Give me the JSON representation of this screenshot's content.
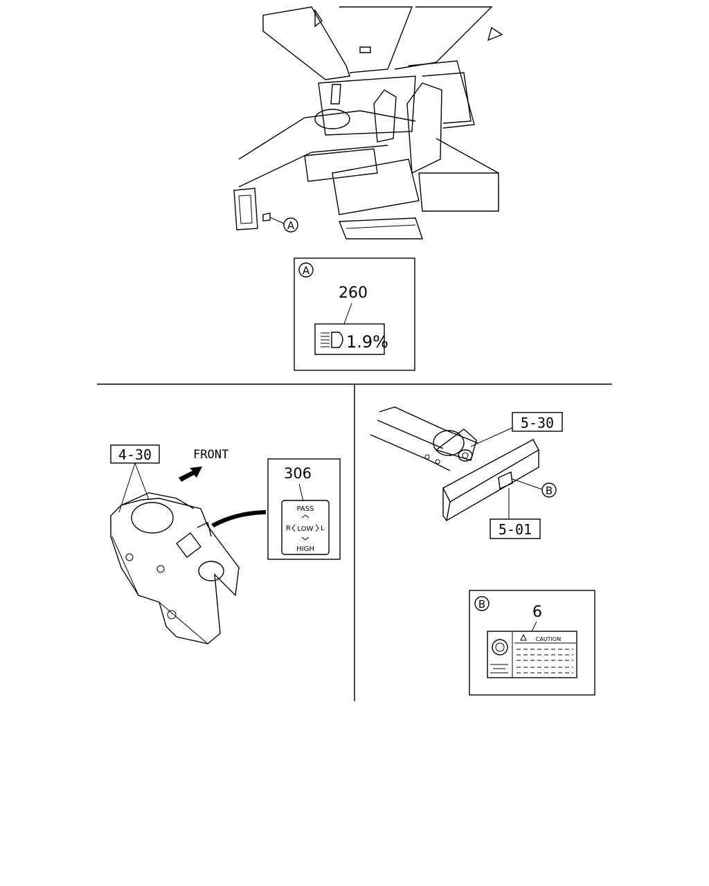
{
  "cab_view": {
    "callout": "A"
  },
  "detail_a": {
    "marker": "A",
    "part_number": "260",
    "label_text": "1.9%"
  },
  "bracket_view": {
    "ref_number": "4-30",
    "direction_label": "FRONT",
    "label_part_number": "306",
    "label_top": "PASS",
    "label_left": "R",
    "label_center": "LOW",
    "label_right": "L",
    "label_bottom": "HIGH"
  },
  "frame_view": {
    "ref_top": "5-30",
    "ref_bottom": "5-01",
    "callout": "B"
  },
  "detail_b": {
    "marker": "B",
    "part_number": "6",
    "caution_text": "CAUTION"
  }
}
